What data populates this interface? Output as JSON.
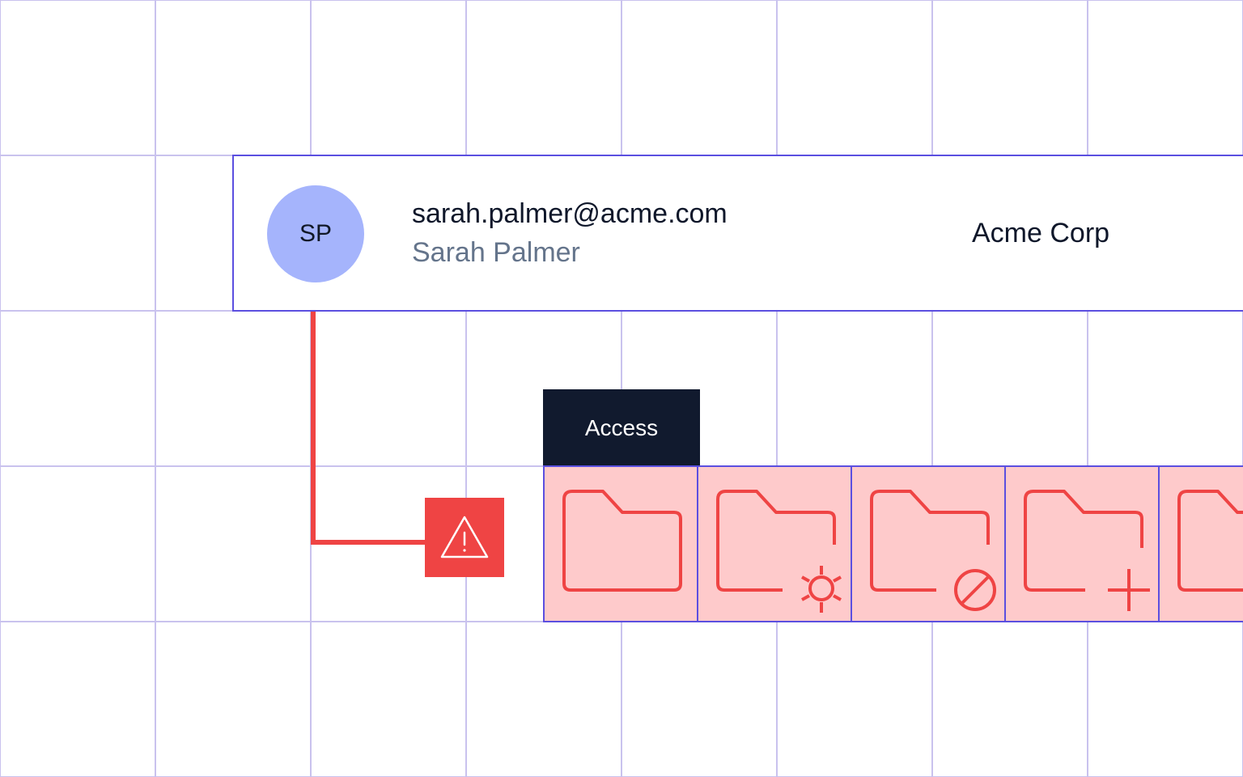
{
  "user": {
    "initials": "SP",
    "email": "sarah.palmer@acme.com",
    "name": "Sarah Palmer",
    "company": "Acme Corp"
  },
  "access": {
    "label": "Access",
    "folders": [
      {
        "icon": "folder-icon",
        "badge": null
      },
      {
        "icon": "folder-settings-icon",
        "badge": "gear"
      },
      {
        "icon": "folder-blocked-icon",
        "badge": "prohibited"
      },
      {
        "icon": "folder-add-icon",
        "badge": "plus"
      },
      {
        "icon": "folder-icon",
        "badge": null
      }
    ]
  },
  "warning": {
    "icon": "warning-triangle-icon"
  },
  "colors": {
    "grid": "#c9c2ee",
    "border": "#5b4fe0",
    "alert": "#ef4444",
    "folder_bg": "#fecacb",
    "avatar": "#a5b4fc",
    "tab_bg": "#111a2e",
    "muted_text": "#64748b"
  }
}
